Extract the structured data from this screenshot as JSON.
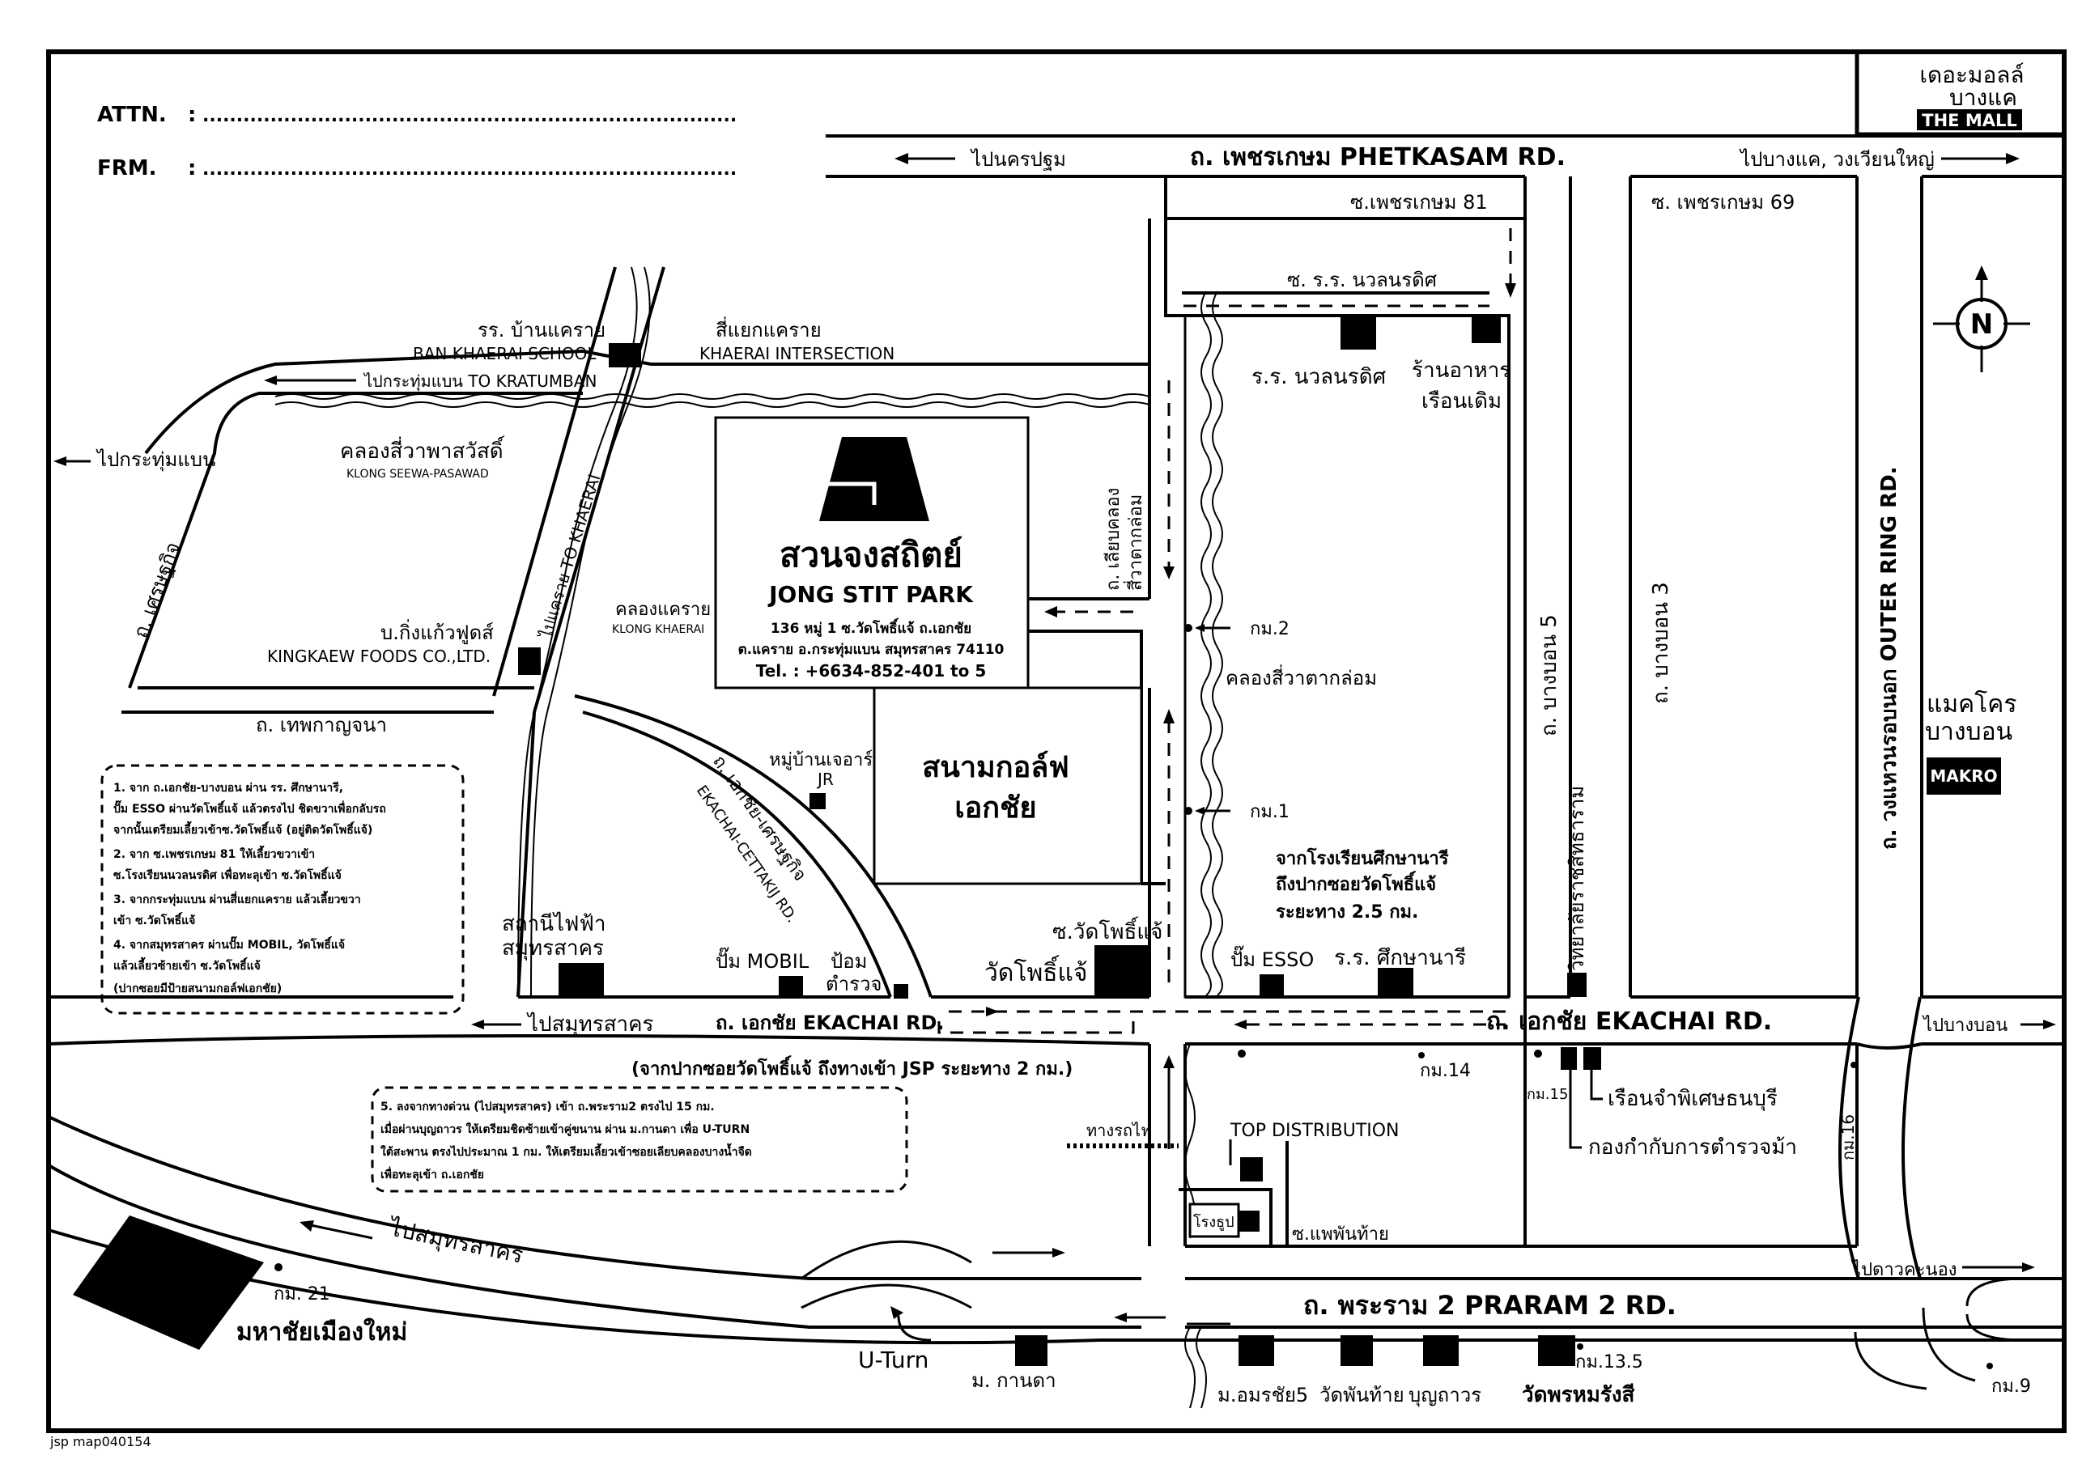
{
  "header": {
    "attn_label": "ATTN.",
    "frm_label": "FRM.",
    "colon": ":",
    "dots": "..............................................................................."
  },
  "corner": {
    "mall_thai_1": "เดอะมอลล์",
    "mall_thai_2": "บางแค",
    "mall_en": "THE MALL"
  },
  "roads": {
    "phetkasem": "ถ.  เพชรเกษม  PHETKASAM  RD.",
    "to_nakhonpathom": "ไปนครปฐม",
    "to_bangkhae": "ไปบางแค, วงเวียนใหญ่",
    "soi_phetkasem81": "ซ.เพชรเกษม  81",
    "soi_phetkasem69": "ซ.  เพชรเกษม  69",
    "soi_nawalaradit": "ซ.  ร.ร.  นวลนรดิศ",
    "bangbon5": "ถ.  บางบอน  5",
    "bangbon3": "ถ.  บางบอน  3",
    "outer_ring": "ถ.  วงแหวนรอบนอก  OUTER  RING  RD.",
    "setthakit": "ถ.  เศรษฐกิจ",
    "thepkanchana": "ถ.  เทพกาญจนา",
    "to_kratumban_left": "ไปกระทุ่มแบน",
    "to_kratumban": "ไปกระทุ่มแบน  TO  KRATUMBAN",
    "to_khaerai": "ไปแคราย  TO  KHAERAI",
    "ekachai_setthakit_th": "ถ.  เอกชัย-เศรษฐกิจ",
    "ekachai_setthakit_en": "EKACHAI-CETTAKIJ  RD.",
    "ekachai": "ถ.  เอกชัย  EKACHAI  RD.",
    "ekachai_right": "ถ.  เอกชัย  EKACHAI  RD.",
    "to_samutsakhon": "ไปสมุทรสาคร",
    "to_bangbon": "ไปบางบอน",
    "praram2": "ถ.  พระราม  2  PRARAM  2  RD.",
    "to_samutsakhon2": "ไปสมุทรสาคร",
    "to_daokhanong": "ไปดาวคะนอง",
    "along_canal": "ถ.  เลียบคลอง",
    "along_canal2": "สี่วาตากล่อม",
    "soi_phaephanthai": "ซ.แพพันท้าย",
    "railway": "ทางรถไฟ",
    "uturn": "U-Turn"
  },
  "places": {
    "school_khaerai_th": "รร.  บ้านแคราย",
    "school_khaerai_en": "BAN  KHAERAI  SCHOOL",
    "intersection_th": "สี่แยกแคราย",
    "intersection_en": "KHAERAI  INTERSECTION",
    "klong_seewa_th": "คลองสี่วาพาสวัสดิ์",
    "klong_seewa_en": "KLONG  SEEWA-PASAWAD",
    "klong_khaerai_th": "คลองแคราย",
    "klong_khaerai_en": "KLONG  KHAERAI",
    "kingkaew_th": "บ.กิ่งแก้วฟูดส์",
    "kingkaew_en": "KINGKAEW  FOODS  CO.,LTD.",
    "village_jr_th": "หมู่บ้านเจอาร์",
    "village_jr_en": "JR",
    "power_station_1": "สถานีไฟฟ้า",
    "power_station_2": "สมุทรสาคร",
    "pump_mobil": "ปั๊ม  MOBIL",
    "police_box_1": "ป้อม",
    "police_box_2": "ตำรวจ",
    "soi_wat_phodhijae": "ซ.วัดโพธิ์แจ้",
    "wat_phodhijae": "วัดโพธิ์แจ้",
    "school_nawal": "ร.ร.  นวลนรดิศ",
    "restaurant_1": "ร้านอาหาร",
    "restaurant_2": "เรือนเดิม",
    "km2": "กม.2",
    "km1": "กม.1",
    "klong_seewatak": "คลองสี่วาตากล่อม",
    "pump_esso": "ปั๊ม  ESSO",
    "school_suksa": "ร.ร.  ศึกษานารี",
    "distance_1": "จากโรงเรียนศึกษานารี",
    "distance_2": "ถึงปากซอยวัดโพธิ์แจ้",
    "distance_3": "ระยะทาง  2.5  กม.",
    "college": "วิทยาลัยราชสิทธาราม",
    "makro_th_1": "แมคโคร",
    "makro_th_2": "บางบอน",
    "makro_en": "MAKRO",
    "distance_jsp": "(จากปากซอยวัดโพธิ์แจ้  ถึงทางเข้า  JSP  ระยะทาง  2  กม.)",
    "km14": "กม.14",
    "km15": "กม.15",
    "prison": "เรือนจำพิเศษธนบุรี",
    "police_cavalry": "กองกำกับการตำรวจม้า",
    "km16": "กม.16",
    "top_distribution": "TOP  DISTRIBUTION",
    "incense_factory": "โรงธูป",
    "km21": "กม.  21",
    "mahachai": "มหาชัยเมืองใหม่",
    "kanda": "ม.  กานดา",
    "amornchai": "ม.อมรชัย5",
    "wat_phanthai": "วัดพันท้าย",
    "bunthawon": "บุญถาวร",
    "wat_phrom": "วัดพรหมรังสี",
    "km13_5": "กม.13.5",
    "km9": "กม.9"
  },
  "park": {
    "name_th": "สวนจงสถิตย์",
    "name_en": "JONG  STIT  PARK",
    "addr_1": "136  หมู่  1  ซ.วัดโพธิ์แจ้  ถ.เอกชัย",
    "addr_2": "ต.แคราย  อ.กระทุ่มแบน  สมุทรสาคร  74110",
    "tel": "Tel.  :  +6634-852-401  to  5",
    "golf_1": "สนามกอล์ฟ",
    "golf_2": "เอกชัย"
  },
  "directions": [
    "1.  จาก  ถ.เอกชัย-บางบอน  ผ่าน  รร.  ศึกษานารี,",
    "ปั๊ม  ESSO  ผ่านวัดโพธิ์แจ้  แล้วตรงไป  ชิดขวาเพื่อกลับรถ",
    "จากนั้นเตรียมเลี้ยวเข้าซ.วัดโพธิ์แจ้  (อยู่ติดวัดโพธิ์แจ้)",
    "2.  จาก  ซ.เพชรเกษม  81  ให้เลี้ยวขวาเข้า",
    "ซ.โรงเรียนนวลนรดิศ  เพื่อทะลุเข้า  ซ.วัดโพธิ์แจ้",
    "3.  จากกระทุ่มแบน  ผ่านสี่แยกแคราย  แล้วเลี้ยวขวา",
    "เข้า  ซ.วัดโพธิ์แจ้",
    "4.  จากสมุทรสาคร  ผ่านปั๊ม  MOBIL,  วัดโพธิ์แจ้",
    "แล้วเลี้ยวซ้ายเข้า  ซ.วัดโพธิ์แจ้",
    "(ปากซอยมีป้ายสนามกอล์ฟเอกชัย)"
  ],
  "directions2": [
    "5.  ลงจากทางด่วน  (ไปสมุทรสาคร)  เข้า  ถ.พระราม2  ตรงไป  15  กม.",
    "เมื่อผ่านบุญถาวร  ให้เตรียมชิดซ้ายเข้าคู่ขนาน  ผ่าน  ม.กานดา  เพื่อ  U-TURN",
    "ใต้สะพาน  ตรงไปประมาณ  1  กม.  ให้เตรียมเลี้ยวเข้าซอยเลียบคลองบางน้ำจืด",
    "เพื่อทะลุเข้า  ถ.เอกชัย"
  ],
  "compass": {
    "label": "N"
  },
  "footer": {
    "code": "jsp  map040154"
  }
}
